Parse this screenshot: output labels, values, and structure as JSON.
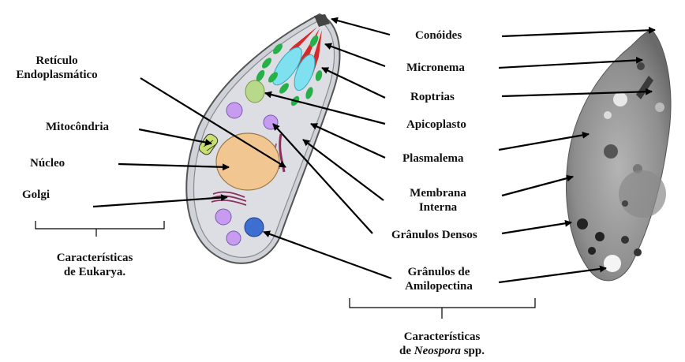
{
  "left_labels": {
    "reticulo": [
      "Retículo",
      "Endoplasmático"
    ],
    "mitocondria": "Mitocôndria",
    "nucleo": "Núcleo",
    "golgi": "Golgi",
    "eukarya_group": [
      "Características",
      "de Eukarya."
    ]
  },
  "right_labels": {
    "conoides": "Conóides",
    "micronema": "Micronema",
    "roptrias": "Roptrias",
    "apicoplasto": "Apicoplasto",
    "plasmalema": "Plasmalema",
    "membrana_interna": [
      "Membrana",
      "Interna"
    ],
    "granulos_densos": "Grânulos Densos",
    "granulos_amilopectina": [
      "Grânulos de",
      "Amilopectina"
    ]
  },
  "neospora_group": {
    "line1": "Características",
    "prefix": "de ",
    "genus": "Neospora",
    "suffix": " spp."
  },
  "colors": {
    "cell_body": "#d6d8dd",
    "nucleus": "#f2c690",
    "micronema": "#27b04a",
    "roptrias": "#7fe0f0",
    "conoide_red": "#d62a2a",
    "apicoplasto": "#b8d98a",
    "dense_granules": "#c79cf0",
    "amylopectin": "#3e6fd0",
    "golgi": "#8a2f5e",
    "micrograph": "#9a9a9a"
  }
}
